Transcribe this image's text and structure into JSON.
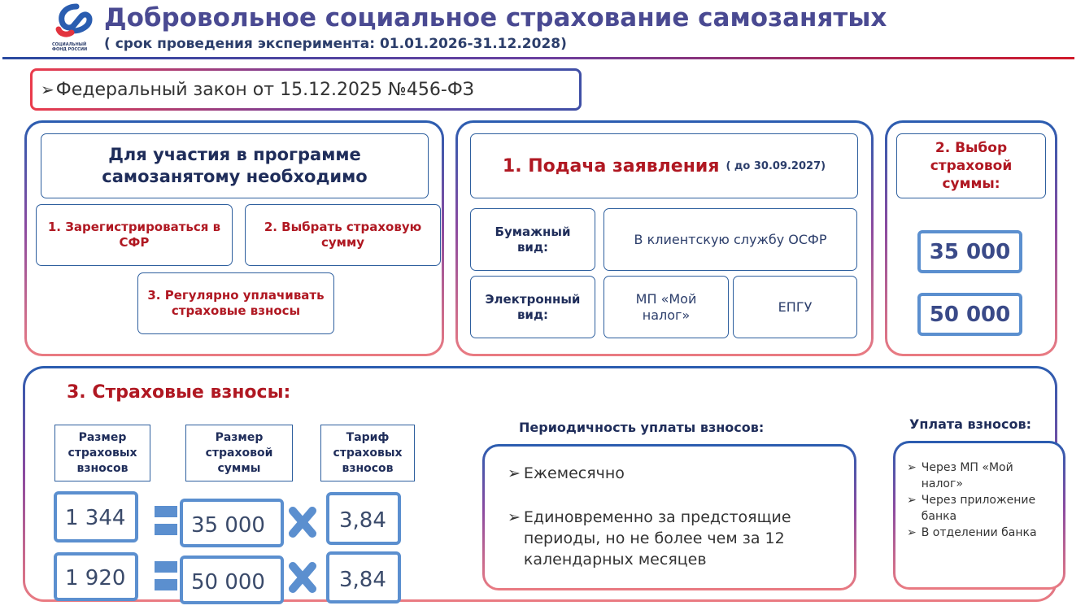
{
  "header": {
    "logo_text": "СОЦИАЛЬНЫЙ ФОНД РОССИИ",
    "title": "Добровольное социальное страхование самозанятых",
    "subtitle": "( срок проведения эксперимента: 01.01.2026-31.12.2028)"
  },
  "law": {
    "bullet": "➢",
    "text": "Федеральный закон от 15.12.2025 №456-ФЗ"
  },
  "participation": {
    "title": "Для участия в программе самозанятому необходимо",
    "step1": "1. Зарегистрироваться в СФР",
    "step2": "2. Выбрать страховую сумму",
    "step3": "3. Регулярно уплачивать страховые взносы"
  },
  "application": {
    "title": "1. Подача заявления",
    "deadline": "( до 30.09.2027)",
    "paper_label": "Бумажный вид:",
    "paper_value": "В клиентскую службу ОСФР",
    "electronic_label": "Электронный вид:",
    "electronic_option1": "МП «Мой налог»",
    "electronic_option2": "ЕПГУ"
  },
  "sum_choice": {
    "title": "2. Выбор страховой суммы:",
    "option1": "35 000",
    "option2": "50 000"
  },
  "contributions": {
    "title": "3. Страховые взносы:",
    "col1": "Размер страховых взносов",
    "col2": "Размер страховой суммы",
    "col3": "Тариф страховых взносов",
    "rows": [
      {
        "contribution": "1 344",
        "sum": "35 000",
        "rate": "3,84"
      },
      {
        "contribution": "1 920",
        "sum": "50 000",
        "rate": "3,84"
      }
    ]
  },
  "periodicity": {
    "title": "Периодичность уплаты взносов:",
    "bullet": "➢",
    "item1": "Ежемесячно",
    "item2": "Единовременно за предстоящие периоды, но не более чем за 12 календарных месяцев"
  },
  "payment": {
    "title": "Уплата взносов:",
    "bullet": "➢",
    "item1": "Через МП «Мой налог»",
    "item2": "Через приложение банка",
    "item3": "В отделении банка"
  },
  "colors": {
    "red": "#b01822",
    "navy": "#2c3e6b",
    "blue": "#2a5db0",
    "value_border": "#5b8fcf",
    "accent_line": "#c8102e"
  }
}
